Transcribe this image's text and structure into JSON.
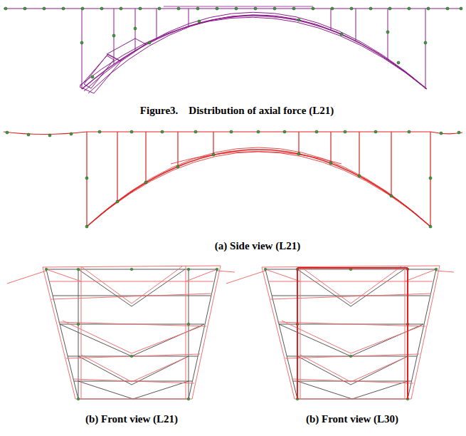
{
  "diagram": {
    "caption": "Figure3.    Distribution of axial force (L21)",
    "labels": [
      "(a) Side view (L21)",
      "(b) Front view (L21)",
      "(b) Front view (L30)"
    ]
  }
}
